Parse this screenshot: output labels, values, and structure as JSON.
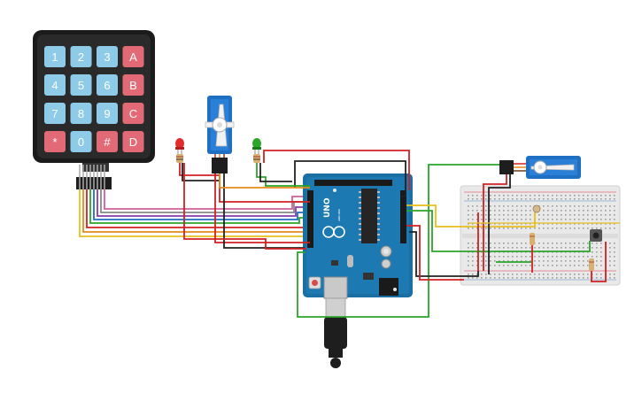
{
  "colors": {
    "keypad_body": "#222222",
    "key_blue": "#8ecbe8",
    "key_red": "#e26a76",
    "arduino": "#1a6fa3",
    "breadboard": "#e9e9e9",
    "servo": "#1f6fc2",
    "wire_red": "#d32020",
    "wire_black": "#222222",
    "wire_green": "#2aa52a",
    "wire_yellow": "#e6c11d",
    "wire_orange": "#e8891c",
    "wire_purple": "#8a3bb0",
    "wire_pink": "#d35d9c",
    "wire_gray": "#888888"
  },
  "keypad": {
    "keys": [
      [
        "1",
        "2",
        "3",
        "A"
      ],
      [
        "4",
        "5",
        "6",
        "B"
      ],
      [
        "7",
        "8",
        "9",
        "C"
      ],
      [
        "*",
        "0",
        "#",
        "D"
      ]
    ],
    "red_keys": [
      "A",
      "B",
      "C",
      "D",
      "*",
      "#"
    ]
  },
  "arduino": {
    "model": "UNO",
    "brand": "ARDUINO"
  },
  "components": {
    "led_left": "red-led",
    "led_right": "green-led",
    "servo_top": "servo-motor",
    "servo_right": "servo-motor",
    "breadboard": "breadboard"
  }
}
